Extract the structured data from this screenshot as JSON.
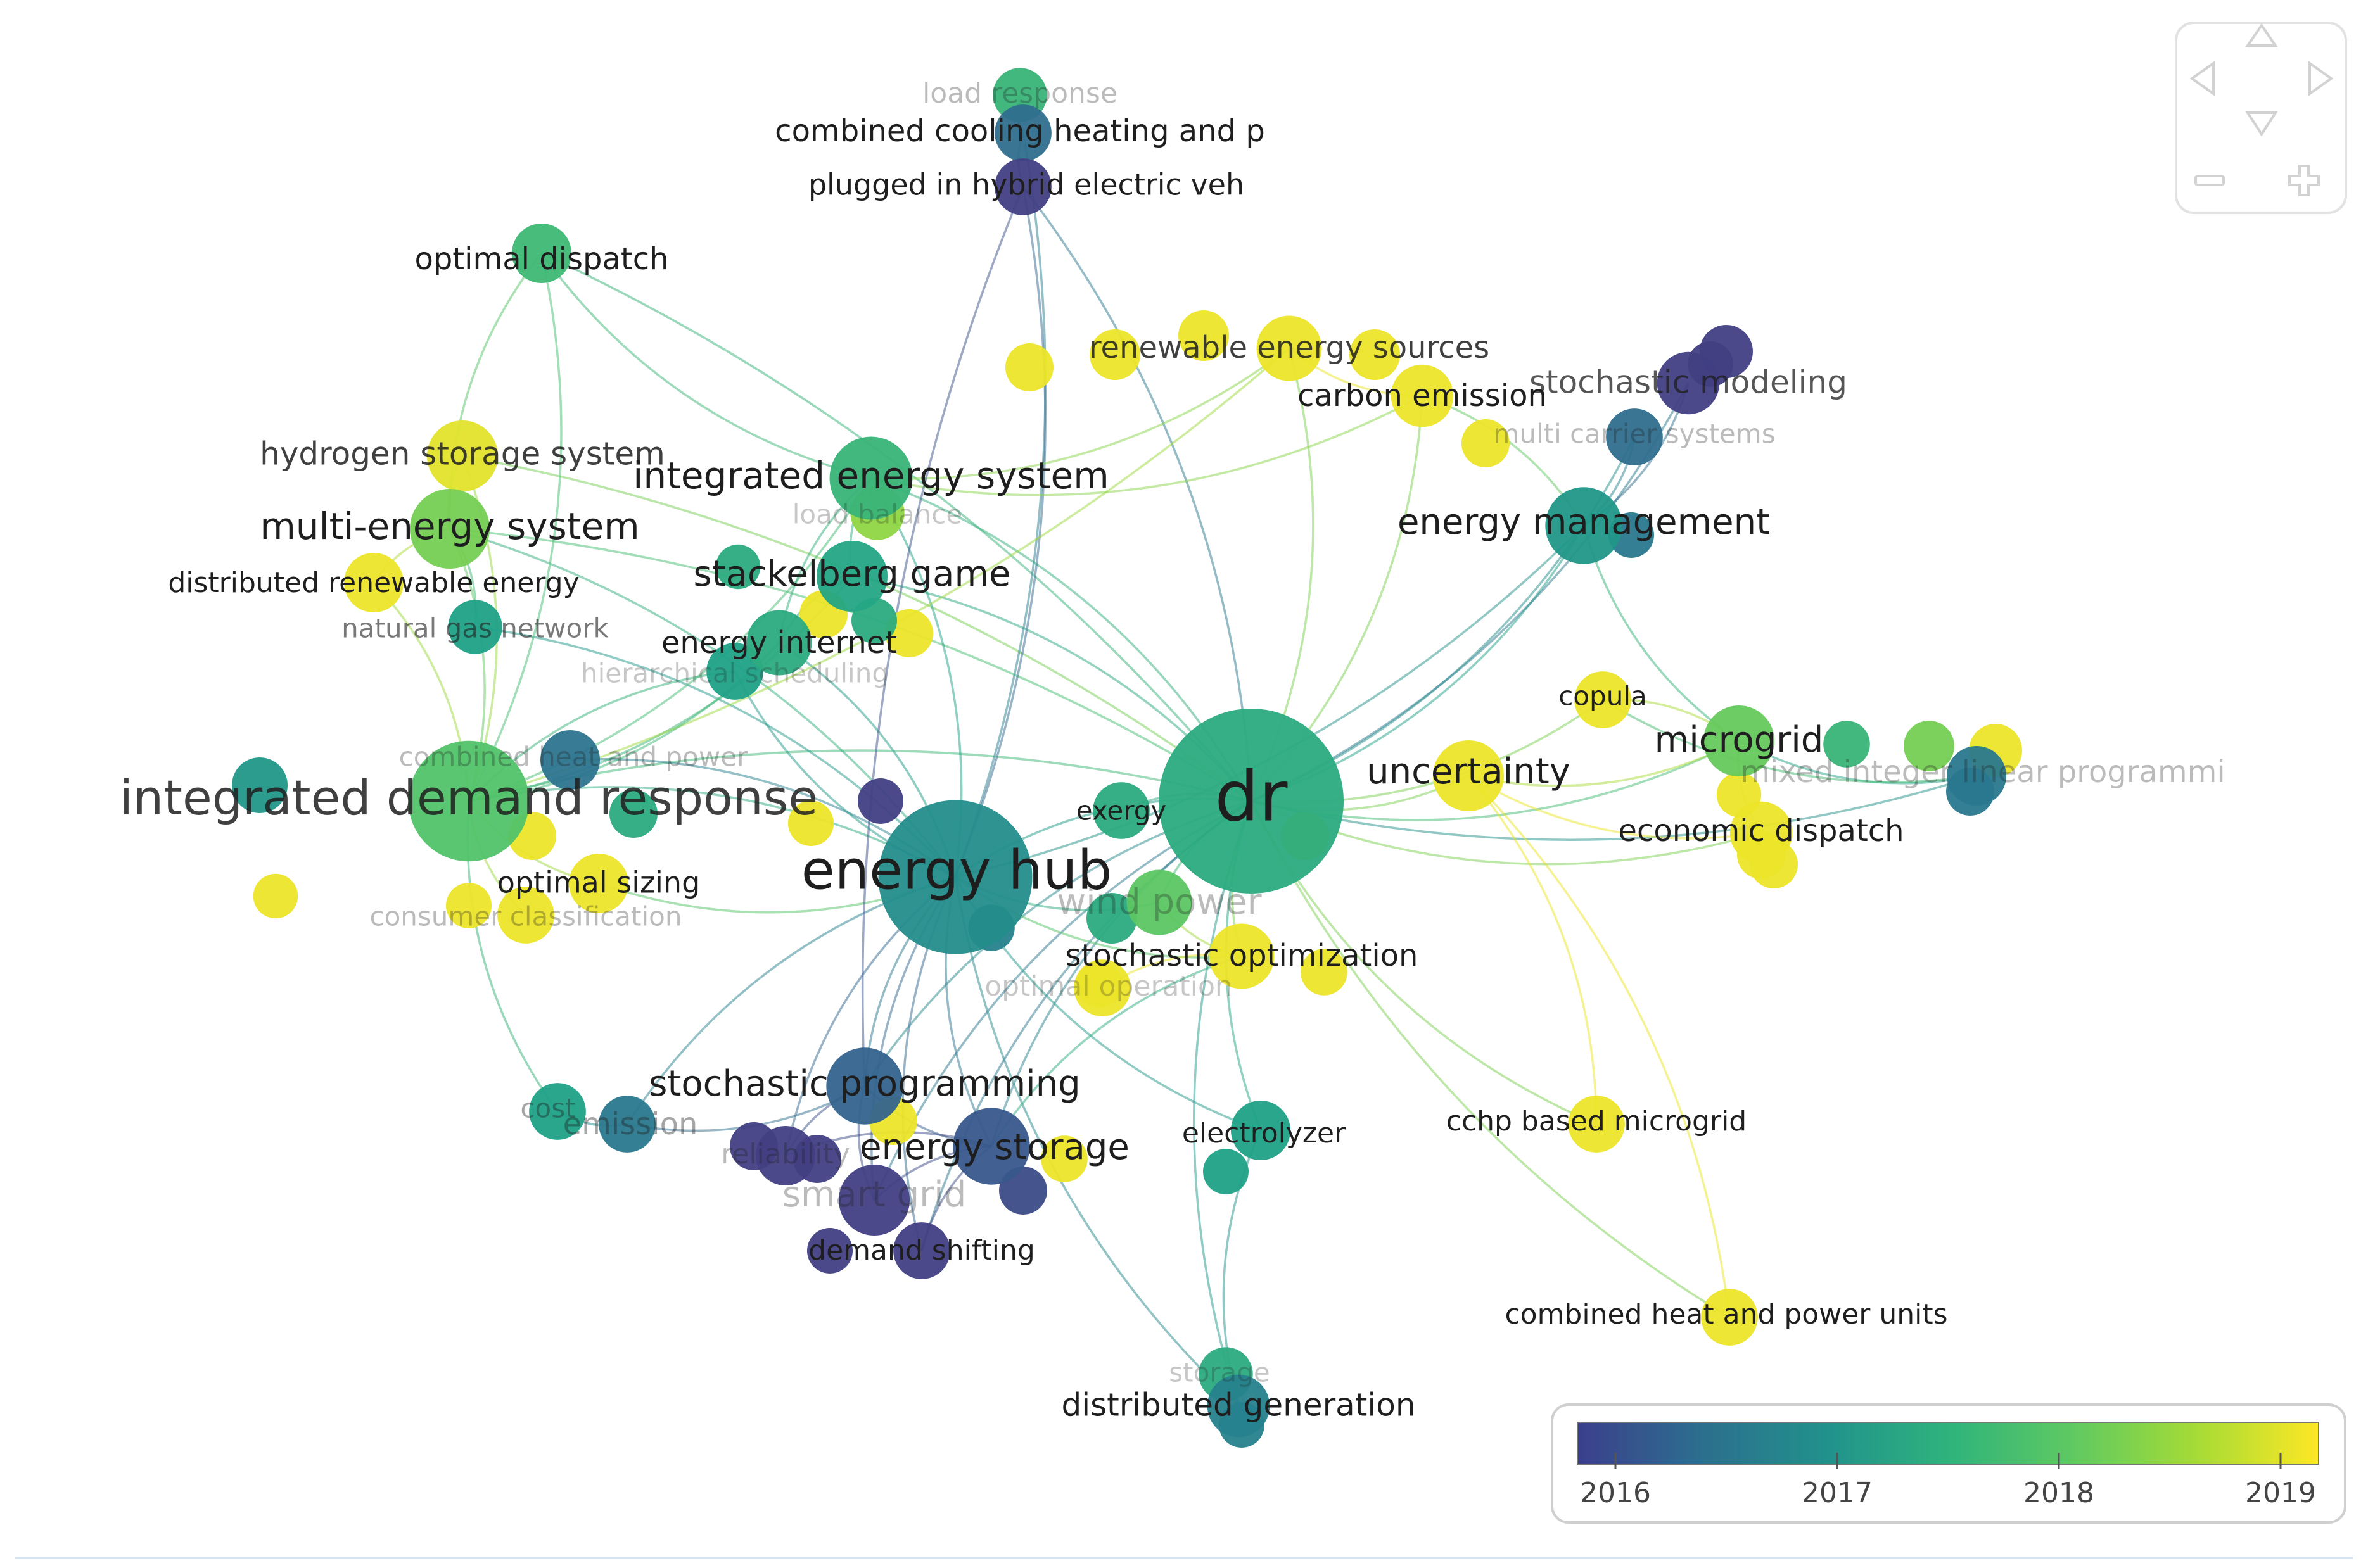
{
  "palette": [
    "#46327e",
    "#365c8d",
    "#277f8e",
    "#1fa187",
    "#4ac16d",
    "#a0da39",
    "#fde725"
  ],
  "nodes": [
    {
      "id": "dr",
      "label": "dr",
      "weight": 1.0,
      "year": 0.55,
      "label_opacity": 1.0
    },
    {
      "id": "energy-hub",
      "label": "energy hub",
      "weight": 0.82,
      "year": 0.4,
      "label_opacity": 1.0
    },
    {
      "id": "integrated-demand-response",
      "label": "integrated demand response",
      "weight": 0.62,
      "year": 0.68,
      "label_opacity": 0.85
    },
    {
      "id": "integrated-energy-system",
      "label": "integrated energy system",
      "weight": 0.38,
      "year": 0.6,
      "label_opacity": 1.0
    },
    {
      "id": "multi-energy-system",
      "label": "multi-energy system",
      "weight": 0.36,
      "year": 0.75,
      "label_opacity": 1.0
    },
    {
      "id": "energy-management",
      "label": "energy management",
      "weight": 0.34,
      "year": 0.45,
      "label_opacity": 1.0
    },
    {
      "id": "stochastic-programming",
      "label": "stochastic programming",
      "weight": 0.34,
      "year": 0.2,
      "label_opacity": 1.0
    },
    {
      "id": "energy-storage",
      "label": "energy storage",
      "weight": 0.34,
      "year": 0.15,
      "label_opacity": 1.0
    },
    {
      "id": "microgrid",
      "label": "microgrid",
      "weight": 0.3,
      "year": 0.72,
      "label_opacity": 1.0
    },
    {
      "id": "uncertainty",
      "label": "uncertainty",
      "weight": 0.3,
      "year": 0.97,
      "label_opacity": 1.0
    },
    {
      "id": "stackelberg-game",
      "label": "stackelberg game",
      "weight": 0.3,
      "year": 0.52,
      "label_opacity": 1.0
    },
    {
      "id": "hydrogen-storage-system",
      "label": "hydrogen storage system",
      "weight": 0.3,
      "year": 0.95,
      "label_opacity": 0.85
    },
    {
      "id": "smart-grid",
      "label": "smart grid",
      "weight": 0.3,
      "year": 0.05,
      "label_opacity": 0.3
    },
    {
      "id": "energy-internet",
      "label": "energy internet",
      "weight": 0.26,
      "year": 0.55,
      "label_opacity": 1.0
    },
    {
      "id": "stochastic-optimization",
      "label": "stochastic optimization",
      "weight": 0.26,
      "year": 0.97,
      "label_opacity": 1.0
    },
    {
      "id": "renewable-energy-sources",
      "label": "renewable energy sources",
      "weight": 0.26,
      "year": 0.97,
      "label_opacity": 0.85
    },
    {
      "id": "carbon-emission",
      "label": "carbon emission",
      "weight": 0.24,
      "year": 0.97,
      "label_opacity": 1.0
    },
    {
      "id": "stochastic-modeling",
      "label": "stochastic modeling",
      "weight": 0.24,
      "year": 0.05,
      "label_opacity": 0.75
    },
    {
      "id": "economic-dispatch",
      "label": "economic dispatch",
      "weight": 0.24,
      "year": 0.97,
      "label_opacity": 1.0
    },
    {
      "id": "wind-power",
      "label": "wind power",
      "weight": 0.26,
      "year": 0.7,
      "label_opacity": 0.3
    },
    {
      "id": "optimal-dispatch",
      "label": "optimal dispatch",
      "weight": 0.22,
      "year": 0.62,
      "label_opacity": 1.0
    },
    {
      "id": "distributed-renewable-energy",
      "label": "distributed renewable energy",
      "weight": 0.22,
      "year": 0.97,
      "label_opacity": 1.0
    },
    {
      "id": "natural-gas-network",
      "label": "natural gas network",
      "weight": 0.18,
      "year": 0.5,
      "label_opacity": 0.6
    },
    {
      "id": "optimal-sizing",
      "label": "optimal sizing",
      "weight": 0.22,
      "year": 0.97,
      "label_opacity": 1.0
    },
    {
      "id": "consumer-classification",
      "label": "consumer classification",
      "weight": 0.2,
      "year": 0.97,
      "label_opacity": 0.3
    },
    {
      "id": "combined-heat-and-power",
      "label": "combined heat and power",
      "weight": 0.22,
      "year": 0.28,
      "label_opacity": 0.3
    },
    {
      "id": "hierarchical-scheduling",
      "label": "hierarchical scheduling",
      "weight": 0.2,
      "year": 0.5,
      "label_opacity": 0.25
    },
    {
      "id": "load-balance",
      "label": "load balance",
      "weight": 0.18,
      "year": 0.8,
      "label_opacity": 0.25
    },
    {
      "id": "multi-carrier-systems",
      "label": "multi carrier systems",
      "weight": 0.2,
      "year": 0.25,
      "label_opacity": 0.3
    },
    {
      "id": "mixed-integer-linear-programming",
      "label": "mixed integer linear programmi",
      "weight": 0.22,
      "year": 0.3,
      "label_opacity": 0.3
    },
    {
      "id": "copula",
      "label": "copula",
      "weight": 0.2,
      "year": 0.97,
      "label_opacity": 1.0
    },
    {
      "id": "exergy",
      "label": "exergy",
      "weight": 0.2,
      "year": 0.55,
      "label_opacity": 1.0
    },
    {
      "id": "electrolyzer",
      "label": "electrolyzer",
      "weight": 0.22,
      "year": 0.5,
      "label_opacity": 1.0
    },
    {
      "id": "cchp-based-microgrid",
      "label": "cchp based microgrid",
      "weight": 0.2,
      "year": 0.97,
      "label_opacity": 1.0
    },
    {
      "id": "combined-heat-and-power-units",
      "label": "combined heat and power units",
      "weight": 0.2,
      "year": 0.97,
      "label_opacity": 1.0
    },
    {
      "id": "distributed-generation",
      "label": "distributed generation",
      "weight": 0.24,
      "year": 0.35,
      "label_opacity": 1.0
    },
    {
      "id": "storage",
      "label": "storage",
      "weight": 0.18,
      "year": 0.55,
      "label_opacity": 0.25
    },
    {
      "id": "demand-shifting",
      "label": "demand shifting",
      "weight": 0.2,
      "year": 0.05,
      "label_opacity": 1.0
    },
    {
      "id": "reliability",
      "label": "reliability",
      "weight": 0.22,
      "year": 0.05,
      "label_opacity": 0.3
    },
    {
      "id": "cost",
      "label": "cost",
      "weight": 0.2,
      "year": 0.5,
      "label_opacity": 0.4
    },
    {
      "id": "emission",
      "label": "emission",
      "weight": 0.2,
      "year": 0.3,
      "label_opacity": 0.4
    },
    {
      "id": "load-response",
      "label": "load response",
      "weight": 0.18,
      "year": 0.6,
      "label_opacity": 0.3
    },
    {
      "id": "combined-cooling-heating-and-power",
      "label": "combined cooling heating and p",
      "weight": 0.2,
      "year": 0.25,
      "label_opacity": 1.0
    },
    {
      "id": "plugged-in-hybrid-electric-vehicle",
      "label": "plugged in hybrid electric veh",
      "weight": 0.2,
      "year": 0.05,
      "label_opacity": 1.0
    },
    {
      "id": "optimal-operation",
      "label": "optimal operation",
      "weight": 0.2,
      "year": 0.97,
      "label_opacity": 0.25
    }
  ],
  "edges": [
    [
      "dr",
      "energy-hub"
    ],
    [
      "dr",
      "integrated-demand-response"
    ],
    [
      "dr",
      "integrated-energy-system"
    ],
    [
      "dr",
      "multi-energy-system"
    ],
    [
      "dr",
      "energy-management"
    ],
    [
      "dr",
      "microgrid"
    ],
    [
      "dr",
      "uncertainty"
    ],
    [
      "dr",
      "stochastic-programming"
    ],
    [
      "dr",
      "energy-storage"
    ],
    [
      "dr",
      "stackelberg-game"
    ],
    [
      "dr",
      "renewable-energy-sources"
    ],
    [
      "dr",
      "carbon-emission"
    ],
    [
      "dr",
      "stochastic-modeling"
    ],
    [
      "dr",
      "economic-dispatch"
    ],
    [
      "dr",
      "copula"
    ],
    [
      "dr",
      "electrolyzer"
    ],
    [
      "dr",
      "cchp-based-microgrid"
    ],
    [
      "dr",
      "combined-heat-and-power-units"
    ],
    [
      "dr",
      "distributed-generation"
    ],
    [
      "dr",
      "hydrogen-storage-system"
    ],
    [
      "dr",
      "optimal-dispatch"
    ],
    [
      "dr",
      "plugged-in-hybrid-electric-vehicle"
    ],
    [
      "dr",
      "mixed-integer-linear-programming"
    ],
    [
      "dr",
      "stochastic-optimization"
    ],
    [
      "dr",
      "exergy"
    ],
    [
      "dr",
      "multi-carrier-systems"
    ],
    [
      "dr",
      "smart-grid"
    ],
    [
      "dr",
      "wind-power"
    ],
    [
      "dr",
      "demand-shifting"
    ],
    [
      "energy-hub",
      "integrated-demand-response"
    ],
    [
      "energy-hub",
      "integrated-energy-system"
    ],
    [
      "energy-hub",
      "multi-energy-system"
    ],
    [
      "energy-hub",
      "stochastic-programming"
    ],
    [
      "energy-hub",
      "energy-storage"
    ],
    [
      "energy-hub",
      "smart-grid"
    ],
    [
      "energy-hub",
      "reliability"
    ],
    [
      "energy-hub",
      "demand-shifting"
    ],
    [
      "energy-hub",
      "combined-cooling-heating-and-power"
    ],
    [
      "energy-hub",
      "plugged-in-hybrid-electric-vehicle"
    ],
    [
      "energy-hub",
      "energy-management"
    ],
    [
      "energy-hub",
      "wind-power"
    ],
    [
      "energy-hub",
      "stochastic-optimization"
    ],
    [
      "energy-hub",
      "distributed-generation"
    ],
    [
      "energy-hub",
      "emission"
    ],
    [
      "energy-hub",
      "natural-gas-network"
    ],
    [
      "energy-hub",
      "electrolyzer"
    ],
    [
      "energy-hub",
      "energy-internet"
    ],
    [
      "energy-hub",
      "combined-heat-and-power"
    ],
    [
      "integrated-demand-response",
      "multi-energy-system"
    ],
    [
      "integrated-demand-response",
      "integrated-energy-system"
    ],
    [
      "integrated-demand-response",
      "optimal-dispatch"
    ],
    [
      "integrated-demand-response",
      "hydrogen-storage-system"
    ],
    [
      "integrated-demand-response",
      "optimal-sizing"
    ],
    [
      "integrated-demand-response",
      "consumer-classification"
    ],
    [
      "integrated-demand-response",
      "cost"
    ],
    [
      "integrated-demand-response",
      "stackelberg-game"
    ],
    [
      "integrated-demand-response",
      "renewable-energy-sources"
    ],
    [
      "integrated-demand-response",
      "energy-internet"
    ],
    [
      "integrated-demand-response",
      "distributed-renewable-energy"
    ],
    [
      "integrated-energy-system",
      "stackelberg-game"
    ],
    [
      "integrated-energy-system",
      "energy-internet"
    ],
    [
      "integrated-energy-system",
      "renewable-energy-sources"
    ],
    [
      "integrated-energy-system",
      "load-balance"
    ],
    [
      "integrated-energy-system",
      "carbon-emission"
    ],
    [
      "energy-management",
      "stochastic-modeling"
    ],
    [
      "energy-management",
      "multi-carrier-systems"
    ],
    [
      "energy-management",
      "microgrid"
    ],
    [
      "energy-management",
      "carbon-emission"
    ],
    [
      "microgrid",
      "economic-dispatch"
    ],
    [
      "microgrid",
      "mixed-integer-linear-programming"
    ],
    [
      "microgrid",
      "copula"
    ],
    [
      "uncertainty",
      "economic-dispatch"
    ],
    [
      "uncertainty",
      "microgrid"
    ],
    [
      "stochastic-programming",
      "energy-storage"
    ],
    [
      "stochastic-programming",
      "smart-grid"
    ],
    [
      "stochastic-programming",
      "reliability"
    ],
    [
      "energy-storage",
      "demand-shifting"
    ],
    [
      "energy-storage",
      "smart-grid"
    ],
    [
      "energy-storage",
      "reliability"
    ],
    [
      "stochastic-optimization",
      "optimal-operation"
    ],
    [
      "stochastic-optimization",
      "energy-storage"
    ],
    [
      "electrolyzer",
      "distributed-generation"
    ],
    [
      "distributed-generation",
      "storage"
    ],
    [
      "cost",
      "emission"
    ],
    [
      "emission",
      "stochastic-programming"
    ],
    [
      "renewable-energy-sources",
      "carbon-emission"
    ],
    [
      "hydrogen-storage-system",
      "multi-energy-system"
    ],
    [
      "natural-gas-network",
      "multi-energy-system"
    ],
    [
      "optimal-dispatch",
      "multi-energy-system"
    ],
    [
      "optimal-dispatch",
      "integrated-energy-system"
    ],
    [
      "optimal-sizing",
      "energy-hub"
    ],
    [
      "load-response",
      "combined-cooling-heating-and-power"
    ],
    [
      "combined-cooling-heating-and-power",
      "plugged-in-hybrid-electric-vehicle"
    ],
    [
      "plugged-in-hybrid-electric-vehicle",
      "stochastic-programming"
    ],
    [
      "multi-energy-system",
      "distributed-renewable-energy"
    ],
    [
      "stackelberg-game",
      "energy-internet"
    ],
    [
      "combined-heat-and-power-units",
      "uncertainty"
    ],
    [
      "cchp-based-microgrid",
      "uncertainty"
    ],
    [
      "wind-power",
      "stochastic-optimization"
    ],
    [
      "copula",
      "mixed-integer-linear-programming"
    ],
    [
      "hierarchical-scheduling",
      "energy-hub"
    ],
    [
      "hierarchical-scheduling",
      "integrated-demand-response"
    ]
  ],
  "legend": {
    "tick_labels": [
      "2016",
      "2017",
      "2018",
      "2019"
    ],
    "colors": [
      "#3b3f8c",
      "#2c6e8e",
      "#21918c",
      "#2eb37c",
      "#5ec962",
      "#a5db36",
      "#fde725"
    ]
  },
  "nav": {
    "up": "△",
    "left": "◁",
    "right": "▷",
    "down": "▽",
    "zoom_out": "−",
    "zoom_in": "+"
  }
}
